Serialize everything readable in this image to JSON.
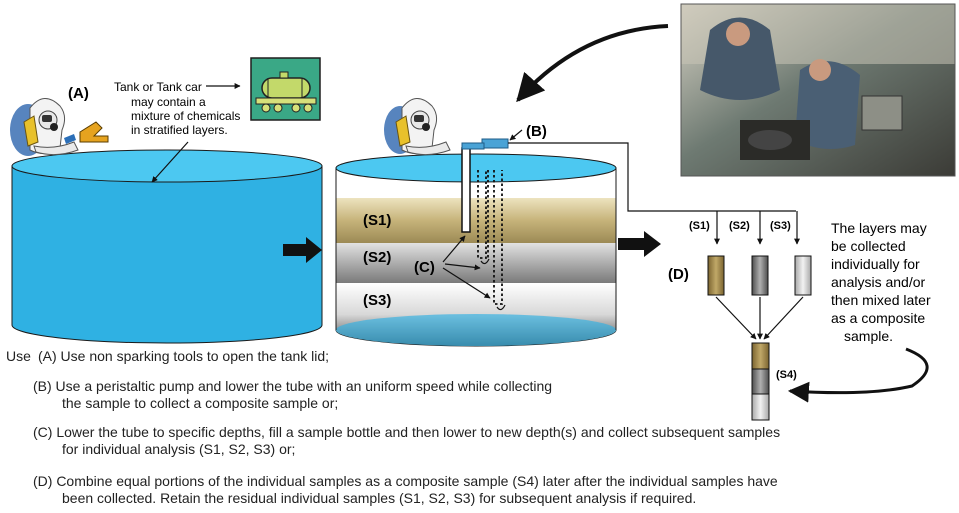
{
  "labels": {
    "a": "(A)",
    "b": "(B)",
    "c": "(C)",
    "d": "(D)",
    "s1": "(S1)",
    "s2": "(S2)",
    "s3": "(S3)",
    "s4": "(S4)",
    "s1_small": "(S1)",
    "s2_small": "(S2)",
    "s3_small": "(S3)"
  },
  "tank_note": [
    "Tank or Tank car",
    "may contain a",
    "mixture of chemicals",
    "in stratified layers."
  ],
  "layers_note": [
    "The layers may",
    "be collected",
    "individually for",
    "analysis and/or",
    "then mixed later",
    "as a composite",
    "sample."
  ],
  "steps": {
    "use_prefix": "Use",
    "a": "(A)  Use non sparking tools to open the tank lid;",
    "b_1": "(B)  Use a peristaltic pump and lower the tube with an uniform speed while collecting",
    "b_2": "the sample to collect a composite sample or;",
    "c_1": "(C)  Lower the tube to specific depths, fill a sample bottle and then lower to new depth(s) and collect subsequent samples",
    "c_2": "for individual analysis (S1, S2, S3) or;",
    "d_1": "(D)  Combine equal portions of the individual samples as a composite sample (S4) later after the individual samples have",
    "d_2": "been collected. Retain the residual individual samples (S1, S2, S3) for subsequent analysis if required."
  },
  "colors": {
    "tank_blue": "#2fb4e6",
    "tank_top": "#46c7f0",
    "layer_s1": "#c2b078",
    "layer_s2": "#a9a9a9",
    "layer_s3": "#d6d6d6",
    "bottle_s1": "#a88c4a",
    "bottle_s2": "#7e7e7e",
    "bottle_s3": "#d0d0d0",
    "truck_bg": "#3aa886"
  },
  "icons": [
    "worker-with-respirator-icon",
    "tank-car-icon",
    "photo-workers-sampling",
    "arrow-right-icon"
  ]
}
